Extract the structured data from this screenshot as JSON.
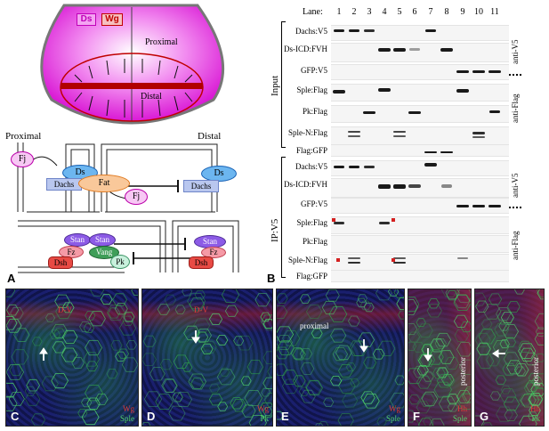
{
  "panelA": {
    "letter": "A",
    "disc": {
      "ds_label": "Ds",
      "wg_label": "Wg",
      "proximal": "Proximal",
      "distal": "Distal"
    },
    "diagram1": {
      "proximal": "Proximal",
      "distal": "Distal",
      "fj_top": "Fj",
      "ds_left": "Ds",
      "dachs_left": "Dachs",
      "fat": "Fat",
      "fj_bottom": "Fj",
      "ds_right": "Ds",
      "dachs_right": "Dachs"
    },
    "diagram2": {
      "stan_left": "Stan",
      "stan_right_top": "Stan",
      "fz": "Fz",
      "vang": "Vang",
      "dsh_left": "Dsh",
      "pk": "Pk",
      "stan_far": "Stan",
      "fz_far": "Fz",
      "dsh_far": "Dsh"
    }
  },
  "panelB": {
    "letter": "B",
    "lane_title": "Lane:",
    "lanes": [
      "1",
      "2",
      "3",
      "4",
      "5",
      "6",
      "7",
      "8",
      "9",
      "10",
      "11"
    ],
    "input_label": "Input",
    "ip_label": "IP:V5",
    "input_rows": [
      "Dachs:V5",
      "Ds-ICD:FVH",
      "GFP:V5",
      "Sple:Flag",
      "Pk:Flag",
      "Sple-N:Flag",
      "Flag:GFP"
    ],
    "ip_rows": [
      "Dachs:V5",
      "Ds-ICD:FVH",
      "GFP:V5",
      "Sple:Flag",
      "Pk:Flag",
      "Sple-N:Flag",
      "Flag:GFP"
    ],
    "anti_v5": "anti-V5",
    "anti_flag": "anti-Flag",
    "anti_v5_ip": "anti-V5",
    "anti_flag_ip": "anti-Flag",
    "colors": {
      "magenta": "#e01fd8",
      "accent_red": "#d42020"
    }
  },
  "micro": [
    {
      "letter": "C",
      "top_label": "D-V",
      "br_top": "Wg",
      "br_bottom": "Sple"
    },
    {
      "letter": "D",
      "top_label": "D-V",
      "br_top": "Wg",
      "br_bottom": "Pk"
    },
    {
      "letter": "E",
      "top_label": "proximal",
      "br_top": "Wg",
      "br_bottom": "Sple"
    },
    {
      "letter": "F",
      "side_label": "posterior",
      "br_top": "Hh",
      "br_bottom": "Sple"
    },
    {
      "letter": "G",
      "side_label": "posterior",
      "br_top": "Hh",
      "br_bottom": "Pk"
    }
  ]
}
